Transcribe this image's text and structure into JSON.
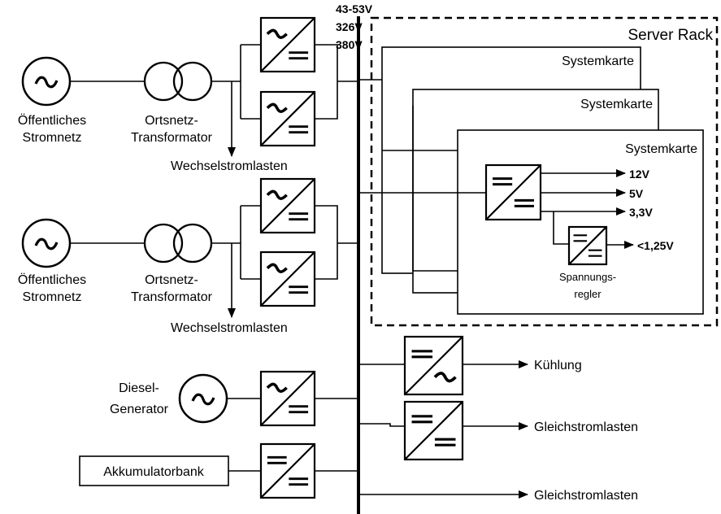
{
  "bus_voltages": [
    "43-53V",
    "326V",
    "380V"
  ],
  "server_rack": {
    "label": "Server Rack",
    "cards": [
      "Systemkarte",
      "Systemkarte",
      "Systemkarte"
    ]
  },
  "grid_feeds": [
    {
      "source_line1": "Öffentliches",
      "source_line2": "Stromnetz",
      "transformer_line1": "Ortsnetz-",
      "transformer_line2": "Transformator",
      "ac_load": "Wechselstromlasten"
    },
    {
      "source_line1": "Öffentliches",
      "source_line2": "Stromnetz",
      "transformer_line1": "Ortsnetz-",
      "transformer_line2": "Transformator",
      "ac_load": "Wechselstromlasten"
    }
  ],
  "card_outputs": [
    "12V",
    "5V",
    "3,3V",
    "<1,25V"
  ],
  "regulator_line1": "Spannungs-",
  "regulator_line2": "regler",
  "generator_line1": "Diesel-",
  "generator_line2": "Generator",
  "battery": "Akkumulatorbank",
  "outputs": [
    "Kühlung",
    "Gleichstromlasten",
    "Gleichstromlasten"
  ]
}
